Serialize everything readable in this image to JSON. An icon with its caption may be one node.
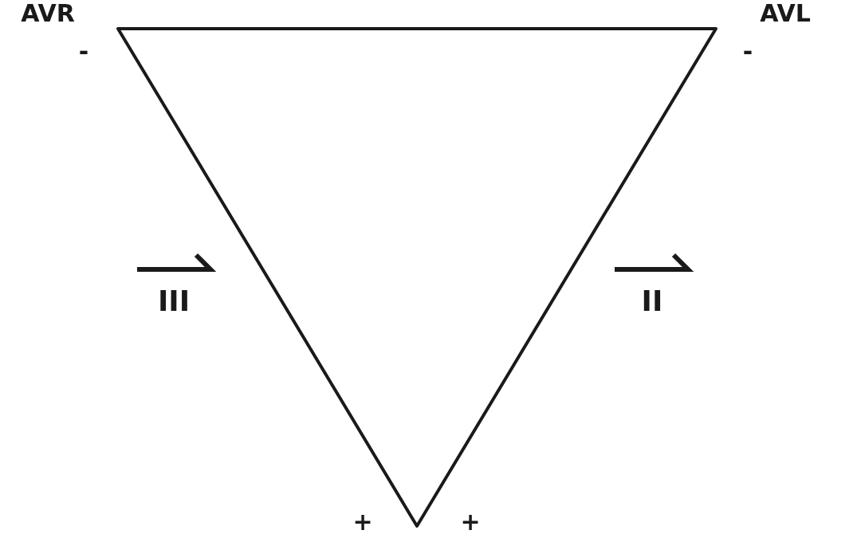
{
  "diagram": {
    "labels": [
      "AVR",
      "AVL",
      "-",
      "-",
      "III",
      "II",
      "+",
      "+"
    ]
  }
}
